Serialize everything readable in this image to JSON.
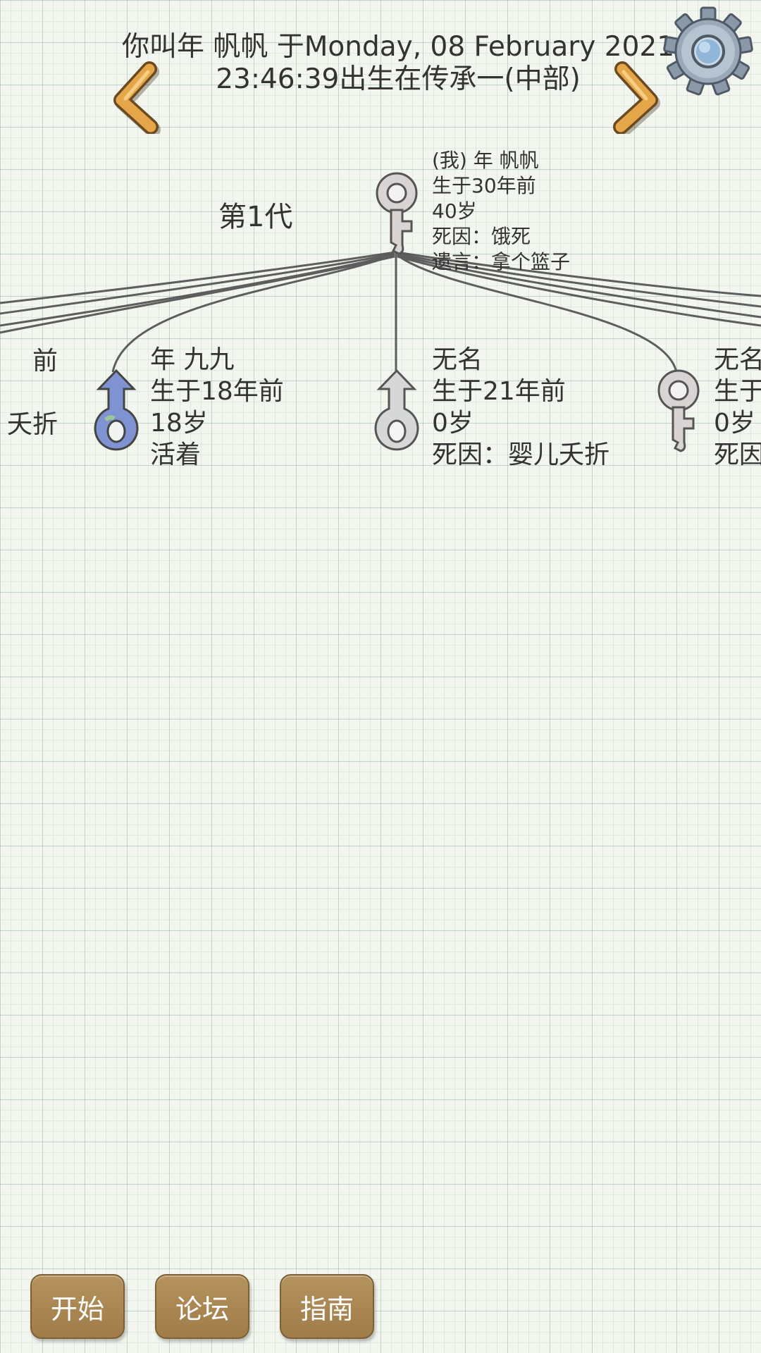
{
  "header": {
    "title_line1": "你叫年 帆帆 于Monday, 08 February 2021",
    "title_line2": "23:46:39出生在传承一(中部)"
  },
  "navigation": {
    "prev_icon": "chevron-left-icon",
    "next_icon": "chevron-right-icon",
    "settings_icon": "gear-icon"
  },
  "colors": {
    "accent_orange": "#e5a64a",
    "button_brown": "#a8854f",
    "male_blue": "#7a8fd0",
    "ghost_gray": "#d8d8d8"
  },
  "tree": {
    "generation_label": "第1代",
    "self": {
      "symbol": "female-symbol-icon",
      "name": "(我) 年 帆帆",
      "born": "生于30年前",
      "age": "40岁",
      "death": "死因：饿死",
      "last_words": "遗言：拿个篮子"
    },
    "children": [
      {
        "symbol": "partial-node",
        "name": "",
        "born": "前",
        "age": "",
        "status": "夭折"
      },
      {
        "symbol": "male-symbol-icon",
        "name": "年 九九",
        "born": "生于18年前",
        "age": "18岁",
        "status": "活着"
      },
      {
        "symbol": "male-symbol-icon",
        "name": "无名",
        "born": "生于21年前",
        "age": "0岁",
        "status": "死因：婴儿夭折"
      },
      {
        "symbol": "female-symbol-icon",
        "name": "无名",
        "born": "生于",
        "age": "0岁",
        "status": "死因"
      }
    ]
  },
  "footer": {
    "start_label": "开始",
    "forum_label": "论坛",
    "guide_label": "指南"
  }
}
